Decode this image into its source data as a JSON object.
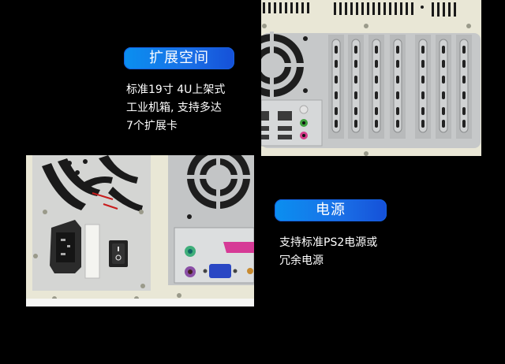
{
  "sections": {
    "expansion": {
      "title": "扩展空间",
      "lines": [
        "标准19寸 4U上架式",
        "工业机箱, 支持多达",
        "7个扩展卡"
      ]
    },
    "power": {
      "title": "电源",
      "lines": [
        "支持标准PS2电源或",
        "冗余电源"
      ]
    }
  },
  "colors": {
    "background": "#000000",
    "pill_gradient_start": "#0a8ff0",
    "pill_gradient_end": "#1550d8",
    "chassis_beige": "#e9e7d6",
    "metal_gray": "#c9cbcc"
  },
  "images": {
    "top": "Rear panel: fan, I/O ports (LAN, USB, audio) and 7 expansion slot covers",
    "bottom": "Rear panel: PSU with IEC power socket and rocker switch, PS/2, parallel and VGA ports"
  }
}
